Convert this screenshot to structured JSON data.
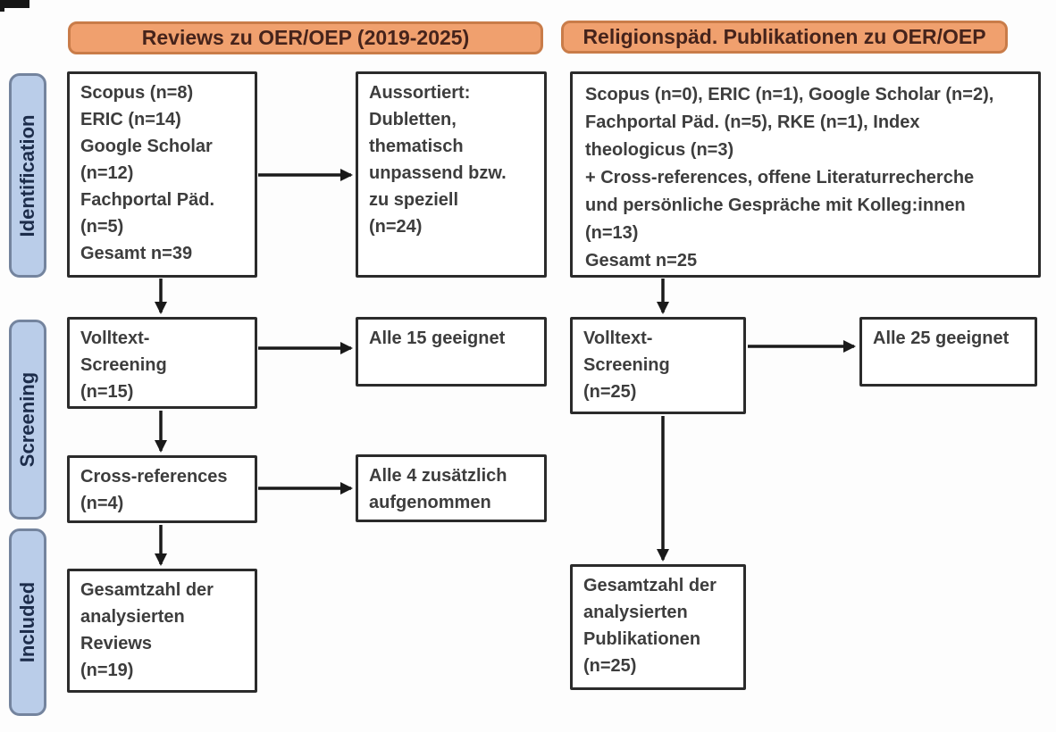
{
  "headers": {
    "left": "Reviews zu OER/OEP (2019-2025)",
    "right": "Religionspäd. Publikationen zu OER/OEP"
  },
  "stages": {
    "identification": "Identification",
    "screening": "Screening",
    "included": "Included"
  },
  "boxes": {
    "left_sources": "Scopus (n=8)\nERIC (n=14)\nGoogle Scholar\n(n=12)\nFachportal Päd.\n(n=5)\nGesamt n=39",
    "left_excluded": "Aussortiert:\nDubletten,\nthematisch\nunpassend bzw.\nzu speziell\n(n=24)",
    "left_fulltext": "Volltext-\nScreening\n(n=15)",
    "left_fulltext_result": "Alle 15 geeignet",
    "left_crossref": "Cross-references\n(n=4)",
    "left_crossref_result": "Alle 4 zusätzlich\naufgenommen",
    "left_included": "Gesamtzahl der\nanalysierten\nReviews\n(n=19)",
    "right_sources": "Scopus (n=0), ERIC (n=1), Google Scholar (n=2),\nFachportal Päd. (n=5), RKE (n=1), Index\ntheologicus (n=3)\n+ Cross-references, offene Literaturrecherche\nund persönliche Gespräche mit Kolleg:innen\n(n=13)\nGesamt n=25",
    "right_fulltext": "Volltext-\nScreening\n(n=25)",
    "right_fulltext_result": "Alle 25 geeignet",
    "right_included": "Gesamtzahl der\nanalysierten\nPublikationen\n(n=25)"
  },
  "colors": {
    "header_fill": "#f0a06e",
    "header_border": "#c97c49",
    "header_text": "#45231b",
    "stage_fill": "#bacde9",
    "stage_border": "#74849e",
    "stage_text": "#1c2c4a",
    "box_border": "#2b2b2b",
    "box_text": "#3d3d3d",
    "arrow": "#1a1a1a"
  }
}
